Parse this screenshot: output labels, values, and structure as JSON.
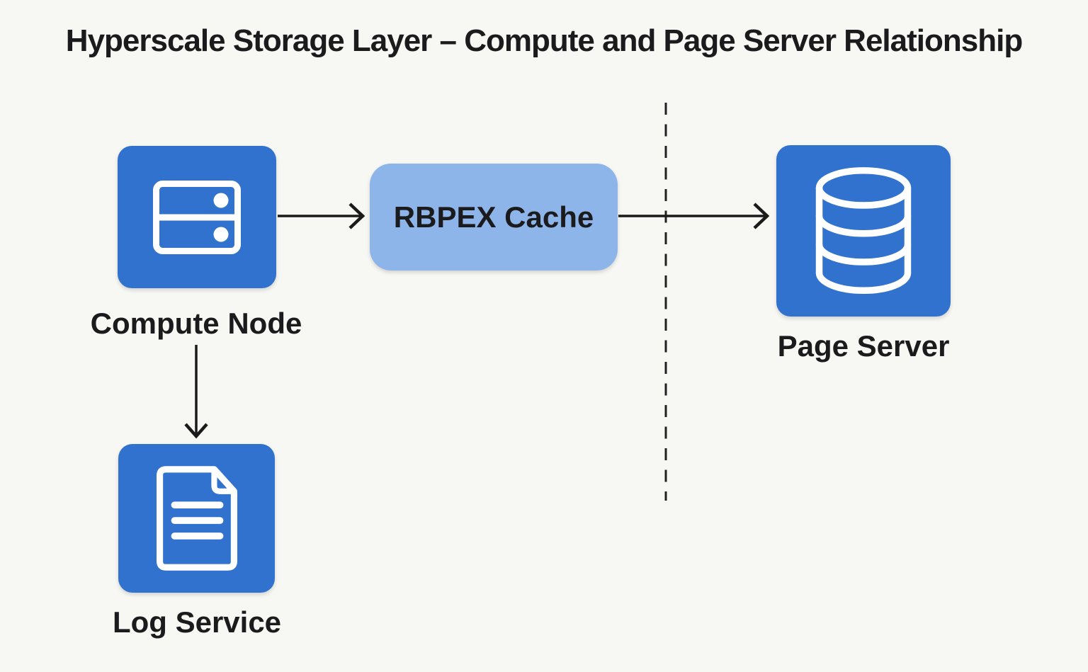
{
  "title": "Hyperscale Storage Layer – Compute and Page Server Relationship",
  "nodes": {
    "compute": {
      "label": "Compute Node",
      "icon": "server-icon"
    },
    "cache": {
      "label": "RBPEX Cache"
    },
    "page_server": {
      "label": "Page Server",
      "icon": "database-icon"
    },
    "log_service": {
      "label": "Log Service",
      "icon": "document-icon"
    }
  },
  "edges": [
    {
      "from": "Compute Node",
      "to": "RBPEX Cache",
      "type": "arrow"
    },
    {
      "from": "RBPEX Cache",
      "to": "Page Server",
      "type": "arrow"
    },
    {
      "from": "Compute Node",
      "to": "Log Service",
      "type": "arrow"
    }
  ],
  "divider": {
    "type": "dashed-vertical-line",
    "separates": [
      "compute side",
      "page server side"
    ]
  },
  "colors": {
    "background": "#f7f7f4",
    "node_fill": "#3272cf",
    "cache_fill": "#8eb5e9",
    "text": "#1b1b1d",
    "icon": "#ffffff",
    "connector": "#1a1a1a"
  }
}
